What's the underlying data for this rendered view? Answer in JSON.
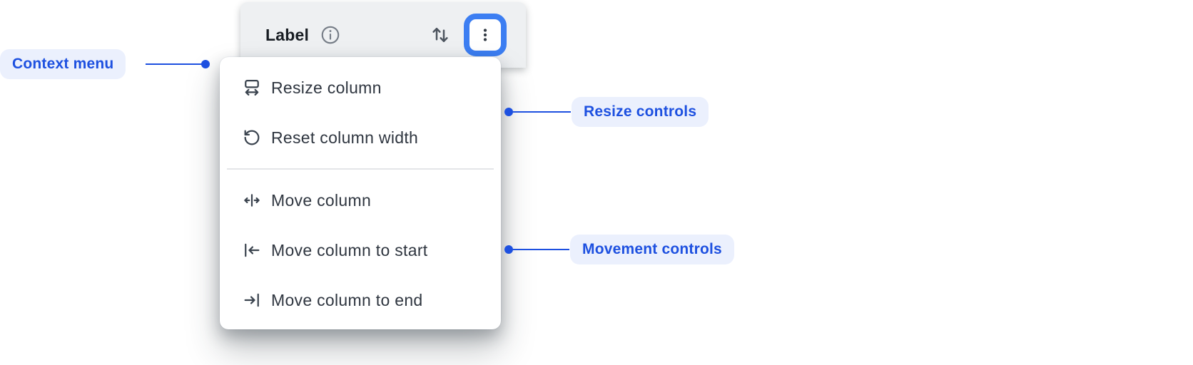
{
  "header": {
    "label": "Label",
    "icons": {
      "info": "info-icon",
      "sort": "sort-arrows-icon",
      "more": "more-menu-icon"
    }
  },
  "menu": {
    "groups": [
      {
        "name": "resize",
        "items": [
          {
            "icon": "resize-column-icon",
            "label": "Resize column"
          },
          {
            "icon": "reset-column-width-icon",
            "label": "Reset column width"
          }
        ]
      },
      {
        "name": "movement",
        "items": [
          {
            "icon": "move-column-icon",
            "label": "Move column"
          },
          {
            "icon": "move-column-to-start-icon",
            "label": "Move column to start"
          },
          {
            "icon": "move-column-to-end-icon",
            "label": "Move column to end"
          }
        ]
      }
    ]
  },
  "annotations": {
    "context_menu": {
      "label": "Context menu"
    },
    "resize_controls": {
      "label": "Resize controls"
    },
    "movement_controls": {
      "label": "Movement controls"
    }
  },
  "colors": {
    "annotation_blue": "#1d50e0",
    "annotation_pill_bg": "#ebf0fd",
    "header_bg": "#eef0f2",
    "focus_ring_blue": "#3c7ef2",
    "menu_text": "#2f3640",
    "menu_bg": "#ffffff",
    "divider": "#e4e5e8"
  }
}
